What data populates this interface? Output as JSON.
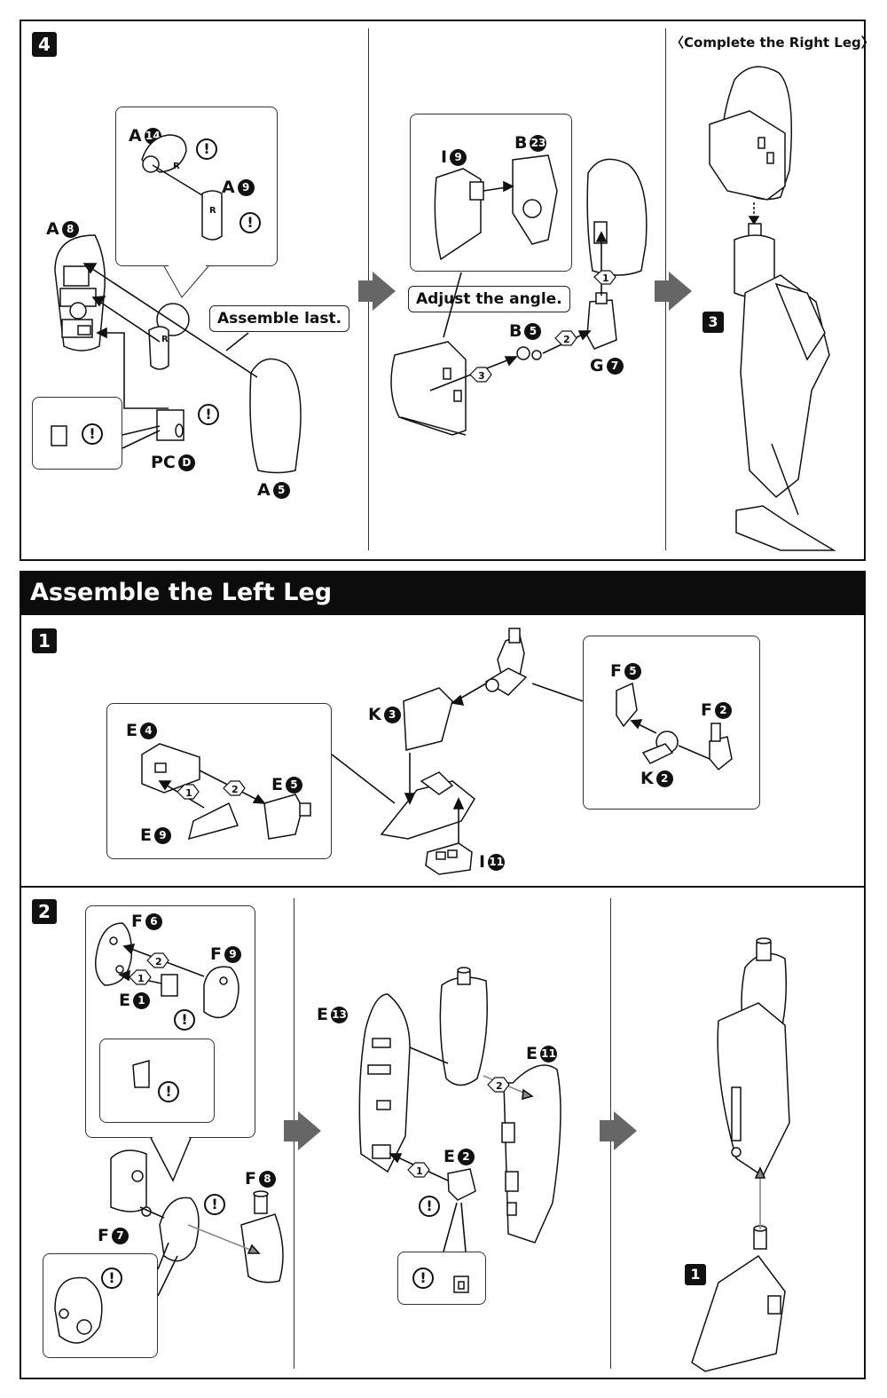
{
  "step4": {
    "number": "4",
    "caption_complete": "〈Complete the Right Leg〉",
    "bubble_assemble_last": "Assemble last.",
    "bubble_adjust_angle": "Adjust the angle.",
    "labels": {
      "a8": "A",
      "a8_n": "8",
      "a14": "A",
      "a14_n": "14",
      "a9": "A",
      "a9_n": "9",
      "pcd": "PC",
      "pcd_n": "D",
      "a5": "A",
      "a5_n": "5",
      "i9": "I",
      "i9_n": "9",
      "b23": "B",
      "b23_n": "23",
      "b5": "B",
      "b5_n": "5",
      "g7": "G",
      "g7_n": "7"
    },
    "sub_steps": [
      "1",
      "2",
      "3"
    ],
    "ref_step": "3",
    "r_mark": "R"
  },
  "left_leg": {
    "banner": "Assemble the Left Leg",
    "step1": {
      "number": "1",
      "labels": {
        "e4": "E",
        "e4_n": "4",
        "e9": "E",
        "e9_n": "9",
        "e5": "E",
        "e5_n": "5",
        "k3": "K",
        "k3_n": "3",
        "i11": "I",
        "i11_n": "11",
        "f5": "F",
        "f5_n": "5",
        "f2": "F",
        "f2_n": "2",
        "k2": "K",
        "k2_n": "2"
      },
      "sub_steps": [
        "1",
        "2"
      ]
    },
    "step2": {
      "number": "2",
      "labels": {
        "f6": "F",
        "f6_n": "6",
        "f9": "F",
        "f9_n": "9",
        "e1": "E",
        "e1_n": "1",
        "f7": "F",
        "f7_n": "7",
        "f8": "F",
        "f8_n": "8",
        "e13": "E",
        "e13_n": "13",
        "e11": "E",
        "e11_n": "11",
        "e2": "E",
        "e2_n": "2"
      },
      "sub_steps": [
        "1",
        "2"
      ],
      "ref_step": "1"
    }
  },
  "warning_symbol": "!"
}
